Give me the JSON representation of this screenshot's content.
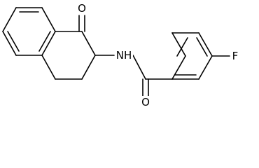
{
  "atoms": {
    "ketone_oxygen": "O",
    "amide_nitrogen": "NH",
    "amide_oxygen": "O",
    "fluorine": "F"
  },
  "colors": {
    "background": "#ffffff",
    "ink": "#000000"
  }
}
